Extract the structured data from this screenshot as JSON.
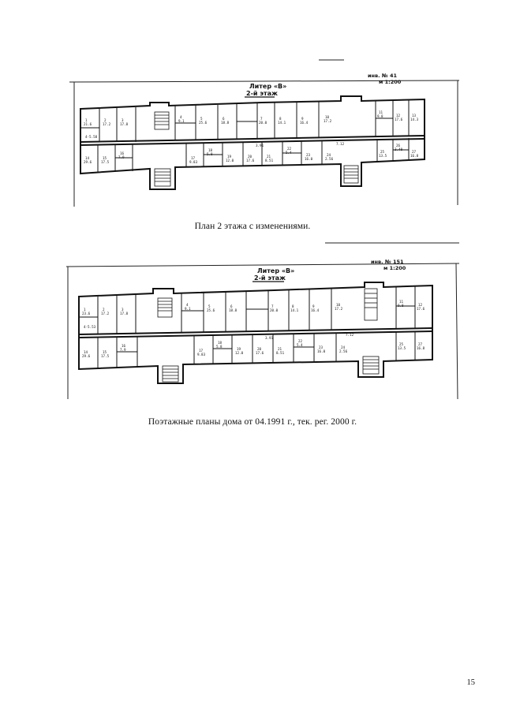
{
  "figures": [
    {
      "caption": "План 2 этажа с изменениями.",
      "heading_line1": "Литер «В»",
      "heading_line2": "2-й этаж",
      "stamp_line1": "инв. № 41",
      "stamp_line2": "м 1:200"
    },
    {
      "caption": "Поэтажные планы дома от 04.1991 г., тек. рег. 2000 г.",
      "heading_line1": "Литер «В»",
      "heading_line2": "2-й этаж",
      "stamp_line1": "инв. № 151",
      "stamp_line2": "м 1:200"
    }
  ],
  "page_number": "15"
}
